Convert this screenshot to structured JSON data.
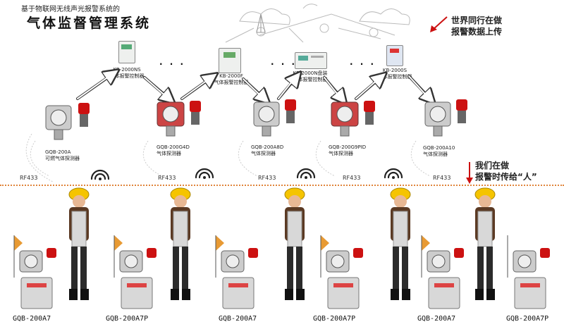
{
  "header": {
    "subtitle": "基于物联网无线声光报警系统的",
    "title": "气体监督管理系统"
  },
  "notes": {
    "upload_line1": "世界同行在做",
    "upload_line2": "报警数据上传",
    "people_line1": "我们在做",
    "people_line2": "报警时传给“人”"
  },
  "controllers": [
    {
      "model": "KB-2000NS",
      "desc": "气体报警控制器"
    },
    {
      "model": "KB-2000F",
      "desc": "气体报警控制器"
    },
    {
      "model": "KB-2000N盘装",
      "desc": "气体报警控制器"
    },
    {
      "model": "KB-2000S",
      "desc": "气体报警控制器"
    }
  ],
  "detectors": [
    {
      "model": "GQB-200A",
      "desc": "可燃气体探测器"
    },
    {
      "model": "GQB-200G4D",
      "desc": "气体探测器"
    },
    {
      "model": "GQB-200A8D",
      "desc": "气体探测器"
    },
    {
      "model": "GQB-200G9PID",
      "desc": "气体探测器"
    },
    {
      "model": "GQB-200A10",
      "desc": "气体探测器"
    }
  ],
  "rf_labels": [
    "RF433",
    "RF433",
    "RF433",
    "RF433",
    "RF433"
  ],
  "ellipsis": "· · ·",
  "bottom_labels": [
    "GQB-200A7",
    "GQB-200A7P",
    "GQB-200A7",
    "GQB-200A7P",
    "GQB-200A7",
    "GQB-200A7P"
  ],
  "colors": {
    "accent_red": "#cc1111",
    "divider": "#e0843a",
    "helmet": "#f5c400"
  }
}
